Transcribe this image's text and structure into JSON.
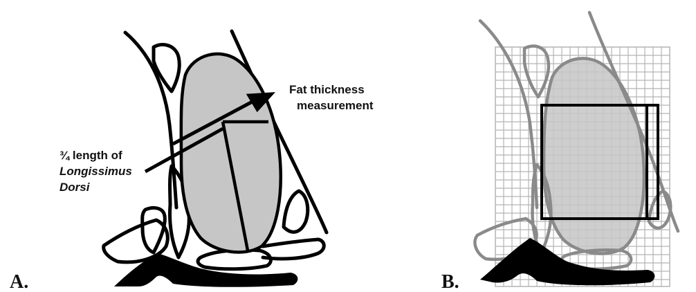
{
  "panels": {
    "a": {
      "letter": "A."
    },
    "b": {
      "letter": "B."
    }
  },
  "annotations": {
    "fat": {
      "line1": "Fat thickness",
      "line2": "measurement"
    },
    "length": {
      "line1": "¾ length of",
      "line2": "Longissimus",
      "line3": "Dorsi"
    }
  },
  "colors": {
    "muscle_fill": "#c6c6c6",
    "outline": "#000000",
    "grid_outline": "#8a8a8a",
    "grid_lines": "#b4b4b4"
  }
}
